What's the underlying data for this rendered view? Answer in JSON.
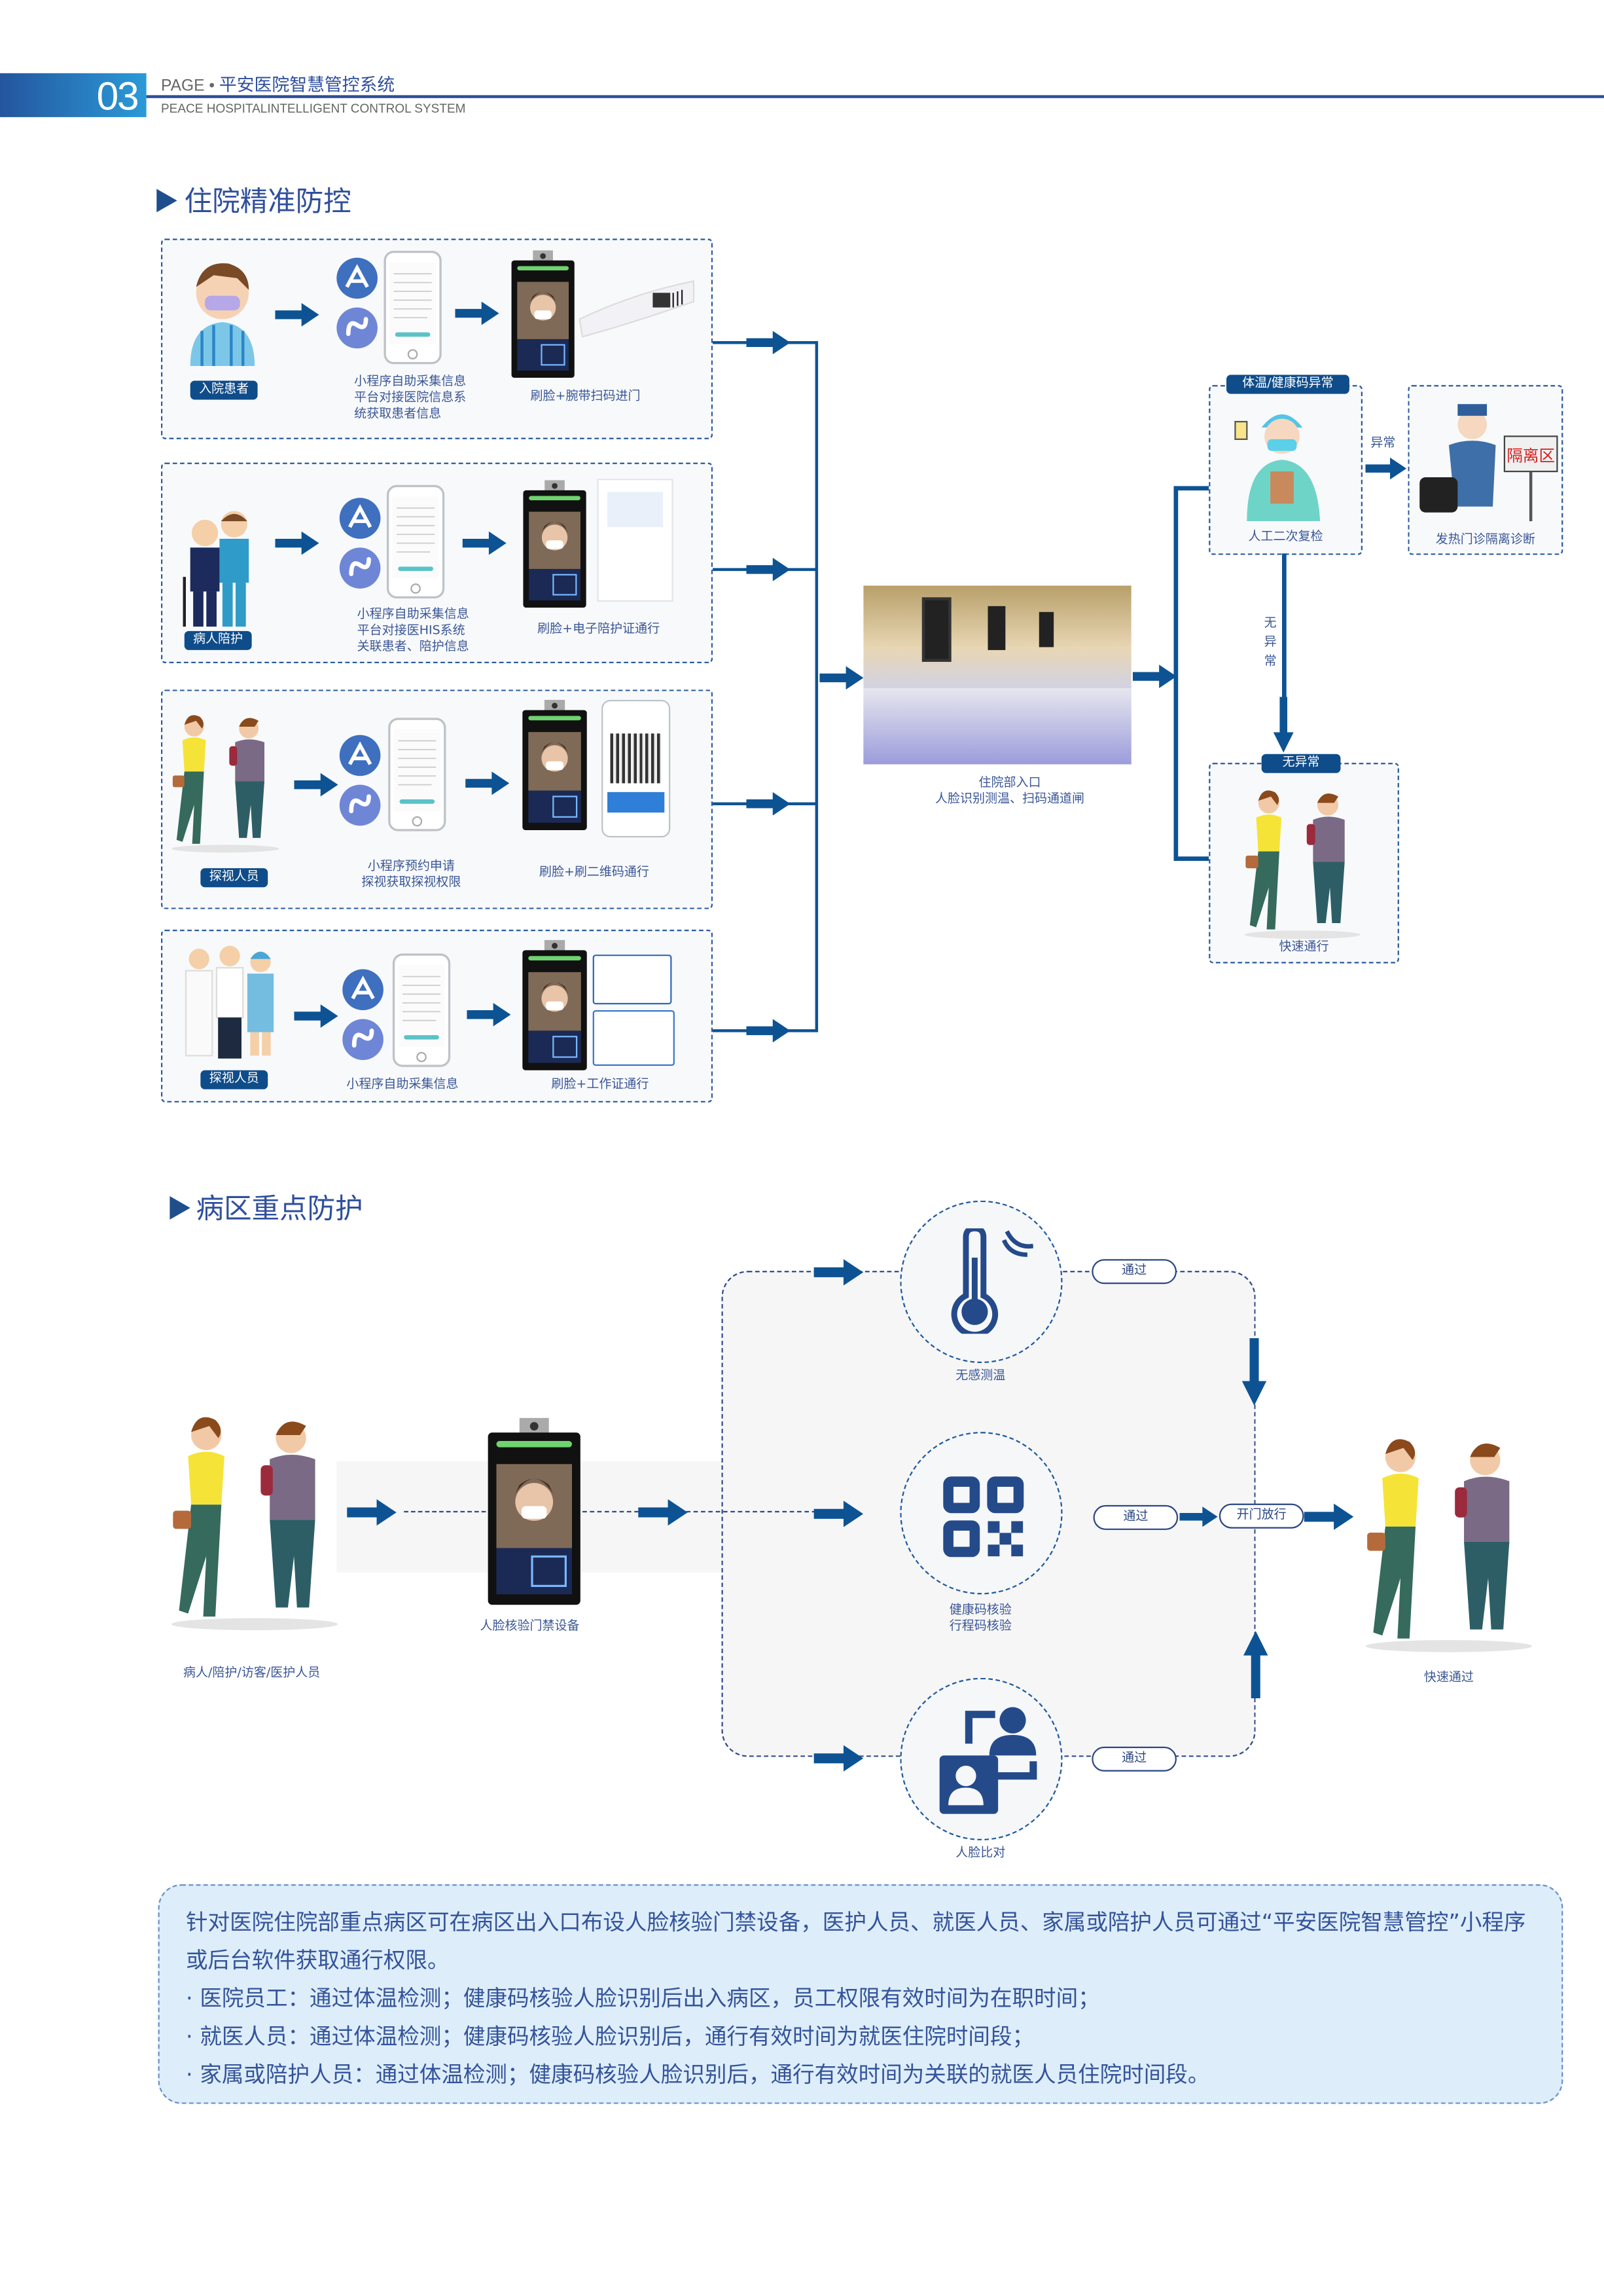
{
  "header": {
    "page_number": "03",
    "page_label": "PAGE",
    "bullet": "•",
    "title": "平安医院智慧管控系统",
    "subtitle": "PEACE HOSPITALINTELLIGENT CONTROL SYSTEM"
  },
  "section1": {
    "title": "住院精准防控",
    "rows": [
      {
        "role": "入院患者",
        "step2": [
          "小程序自助采集信息",
          "平台对接医院信息系",
          "统获取患者信息"
        ],
        "step3": "刷脸+腕带扫码进门"
      },
      {
        "role": "病人陪护",
        "step2": [
          "小程序自助采集信息",
          "平台对接医HIS系统",
          "关联患者、陪护信息"
        ],
        "step3": "刷脸+电子陪护证通行"
      },
      {
        "role": "探视人员",
        "step2": [
          "小程序预约申请",
          "探视获取探视权限"
        ],
        "step3": "刷脸+刷二维码通行"
      },
      {
        "role": "探视人员",
        "step2": [
          "小程序自助采集信息"
        ],
        "step3": "刷脸+工作证通行"
      }
    ],
    "gate": {
      "line1": "住院部入口",
      "line2": "人脸识别测温、扫码通道闸"
    },
    "abnormal": {
      "tag": "体温/健康码异常",
      "caption": "人工二次复检"
    },
    "abnormal_label": "异常",
    "isolation": {
      "caption": "发热门诊隔离诊断",
      "sign": "隔离区"
    },
    "normal_label": [
      "无",
      "异",
      "常"
    ],
    "normal": {
      "tag": "无异常",
      "caption": "快速通行"
    }
  },
  "section2": {
    "title": "病区重点防护",
    "people_caption": "病人/陪护/访客/医护人员",
    "device_caption": "人脸核验门禁设备",
    "checks": [
      {
        "lines": [
          "无感测温"
        ],
        "icon": "thermometer-icon"
      },
      {
        "lines": [
          "健康码核验",
          "行程码核验"
        ],
        "icon": "qr-code-icon"
      },
      {
        "lines": [
          "人脸比对"
        ],
        "icon": "face-compare-icon"
      }
    ],
    "pass_label": "通过",
    "open_label": "开门放行",
    "exit_caption": "快速通过"
  },
  "notes": {
    "intro": "针对医院住院部重点病区可在病区出入口布设人脸核验门禁设备，医护人员、就医人员、家属或陪护人员可通过“平安医院智慧管控”小程序或后台软件获取通行权限。",
    "bullets": [
      "· 医院员工：通过体温检测；健康码核验人脸识别后出入病区，员工权限有效时间为在职时间；",
      "· 就医人员：通过体温检测；健康码核验人脸识别后，通行有效时间为就医住院时间段；",
      "· 家属或陪护人员：通过体温检测；健康码核验人脸识别后，通行有效时间为关联的就医人员住院时间段。"
    ]
  },
  "colors": {
    "brand": "#1f4e8c",
    "arrow": "#0d5393",
    "text": "#3a5796",
    "notes_bg": "#ddeefa"
  }
}
